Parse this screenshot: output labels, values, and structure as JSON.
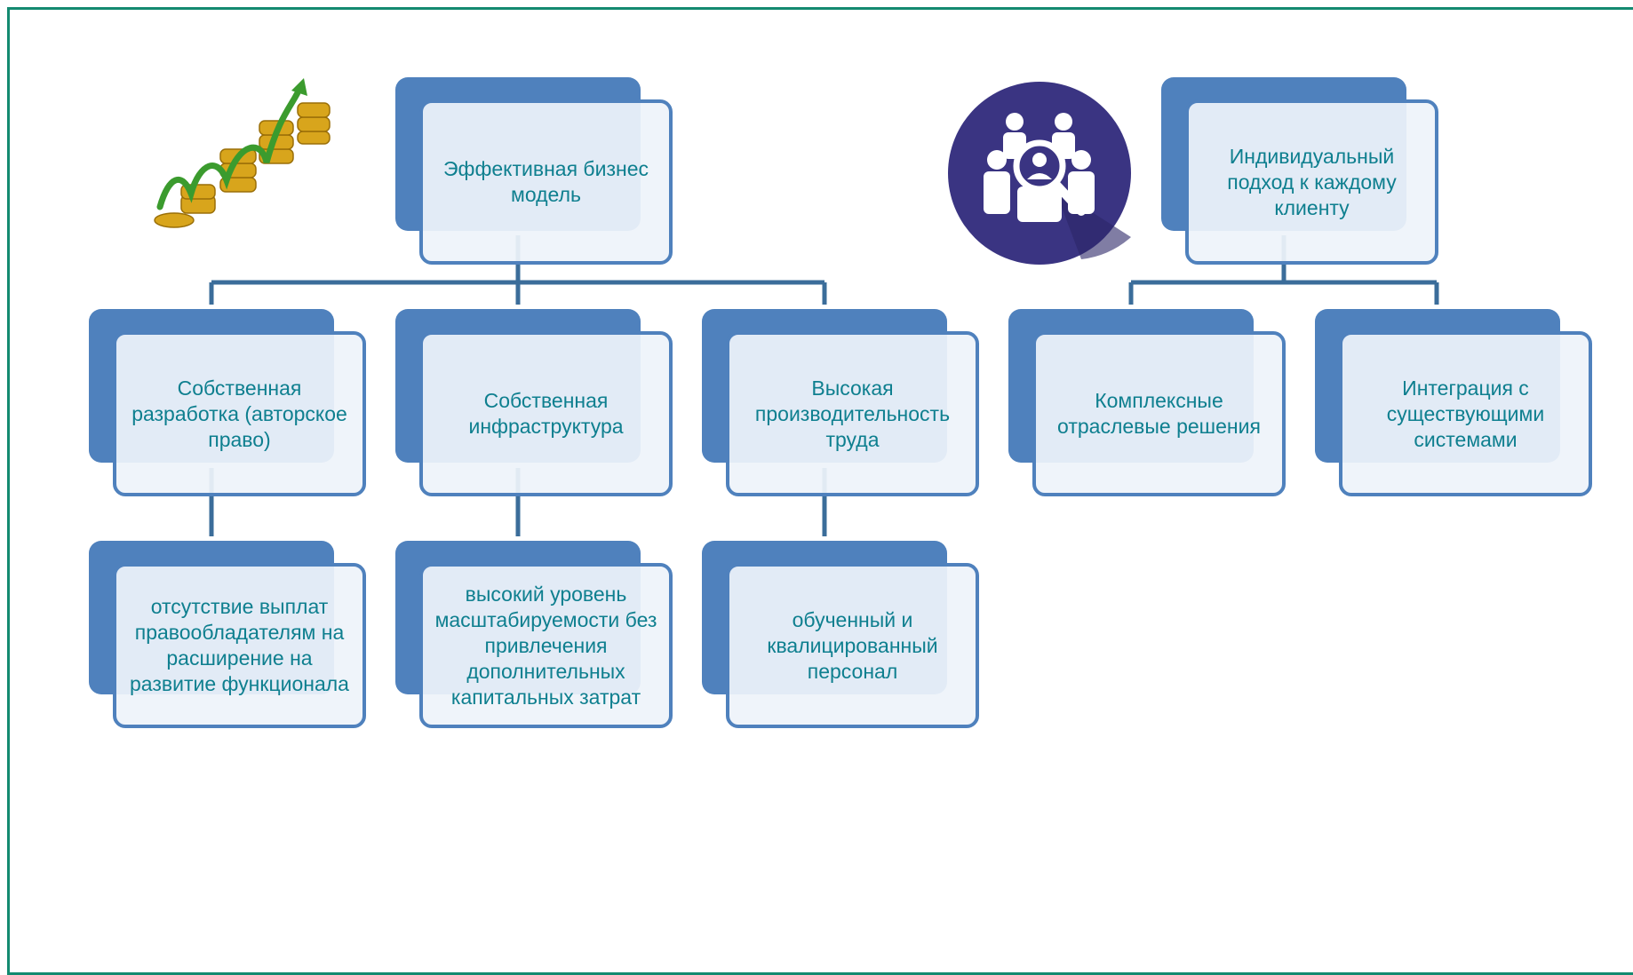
{
  "colors": {
    "frame": "#138a70",
    "node_fill": "#4f81bd",
    "node_text": "#0e7f8f",
    "connector": "#3b6d9a",
    "icon_circle": "#3a3482"
  },
  "icons": {
    "left": "coins-growth-icon",
    "right": "team-search-icon"
  },
  "left_tree": {
    "root": "Эффективная бизнес модель",
    "children": [
      {
        "label": "Собственная разработка (авторское право)",
        "child": "отсутствие выплат правообладателям на расширение на развитие функционала"
      },
      {
        "label": "Собственная инфраструктура",
        "child": "высокий уровень масштабируемости без привлечения дополнительных капитальных затрат"
      },
      {
        "label": "Высокая производительность труда",
        "child": "обученный и квалицированный персонал"
      }
    ]
  },
  "right_tree": {
    "root": "Индивидуальный подход к каждому клиенту",
    "children": [
      {
        "label": "Комплексные отраслевые решения"
      },
      {
        "label": "Интеграция с существующими системами"
      }
    ]
  }
}
